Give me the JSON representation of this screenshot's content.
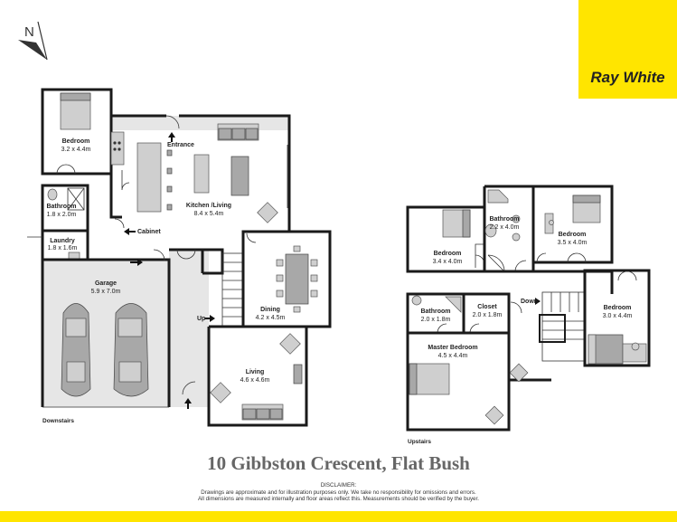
{
  "compass": {
    "label": "N"
  },
  "brand": {
    "name": "Ray White",
    "color": "#ffe500"
  },
  "title": "10 Gibbston Crescent, Flat Bush",
  "disclaimer": {
    "heading": "DISCLAIMER:",
    "line1": "Drawings are approximate and for illustration purposes only. We take no responsibility for omissions and errors.",
    "line2": "All dimensions are measured internally and floor areas reflect this. Measurements should be verified by the buyer."
  },
  "downstairs": {
    "label": "Downstairs",
    "rooms": {
      "bedroom": {
        "name": "Bedroom",
        "size": "3.2 x 4.4m"
      },
      "bathroom": {
        "name": "Bathroom",
        "size": "1.8 x 2.0m"
      },
      "laundry": {
        "name": "Laundry",
        "size": "1.8 x 1.6m"
      },
      "kitchen": {
        "name": "Kitchen /Living",
        "size": "8.4 x 5.4m"
      },
      "garage": {
        "name": "Garage",
        "size": "5.9 x 7.0m"
      },
      "dining": {
        "name": "Dining",
        "size": "4.2 x 4.5m"
      },
      "living": {
        "name": "Living",
        "size": "4.6 x 4.6m"
      }
    },
    "markers": {
      "entrance": "Entrance",
      "cabinet": "Cabinet",
      "up": "Up"
    }
  },
  "upstairs": {
    "label": "Upstairs",
    "rooms": {
      "bedroom_left": {
        "name": "Bedroom",
        "size": "3.4 x 4.0m"
      },
      "bathroom_top": {
        "name": "Bathroom",
        "size": "2.2 x 4.0m"
      },
      "bedroom_top_right": {
        "name": "Bedroom",
        "size": "3.5 x 4.0m"
      },
      "bathroom_small": {
        "name": "Bathroom",
        "size": "2.0 x 1.8m"
      },
      "closet": {
        "name": "Closet",
        "size": "2.0 x 1.8m"
      },
      "master": {
        "name": "Master Bedroom",
        "size": "4.5 x 4.4m"
      },
      "bedroom_right": {
        "name": "Bedroom",
        "size": "3.0 x 4.4m"
      }
    },
    "markers": {
      "down": "Down"
    }
  }
}
